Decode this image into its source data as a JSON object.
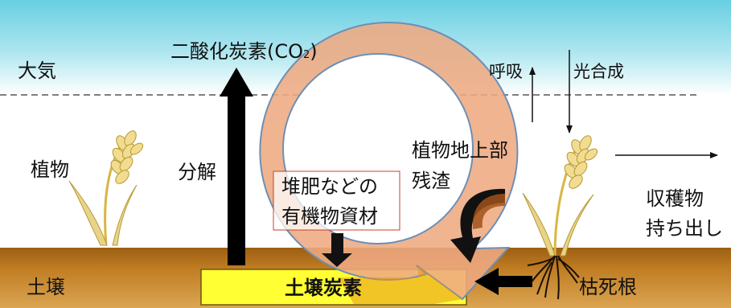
{
  "layers": {
    "atmosphere": "大気",
    "plants": "植物",
    "soil": "土壌"
  },
  "co2_label": "二酸化炭素(CO",
  "co2_subscript": "2",
  "co2_close": ")",
  "respiration_label": "呼吸",
  "photosynthesis_label": "光合成",
  "decomposition_label": "分解",
  "residue_label_line1": "植物地上部",
  "residue_label_line2": "残渣",
  "compost_label_line1": "堆肥などの",
  "compost_label_line2": "有機物資材",
  "harvest_label_line1": "収穫物",
  "harvest_label_line2": "持ち出し",
  "soil_carbon_label": "土壌炭素",
  "dead_roots_label": "枯死根",
  "colors": {
    "sky": "#6fd3e5",
    "soil": "#b6741e",
    "soil_carbon_box": "#ffff33",
    "cycle_arrow": "#eeaa82",
    "cycle_arrow_bottom": "#e8951e"
  }
}
